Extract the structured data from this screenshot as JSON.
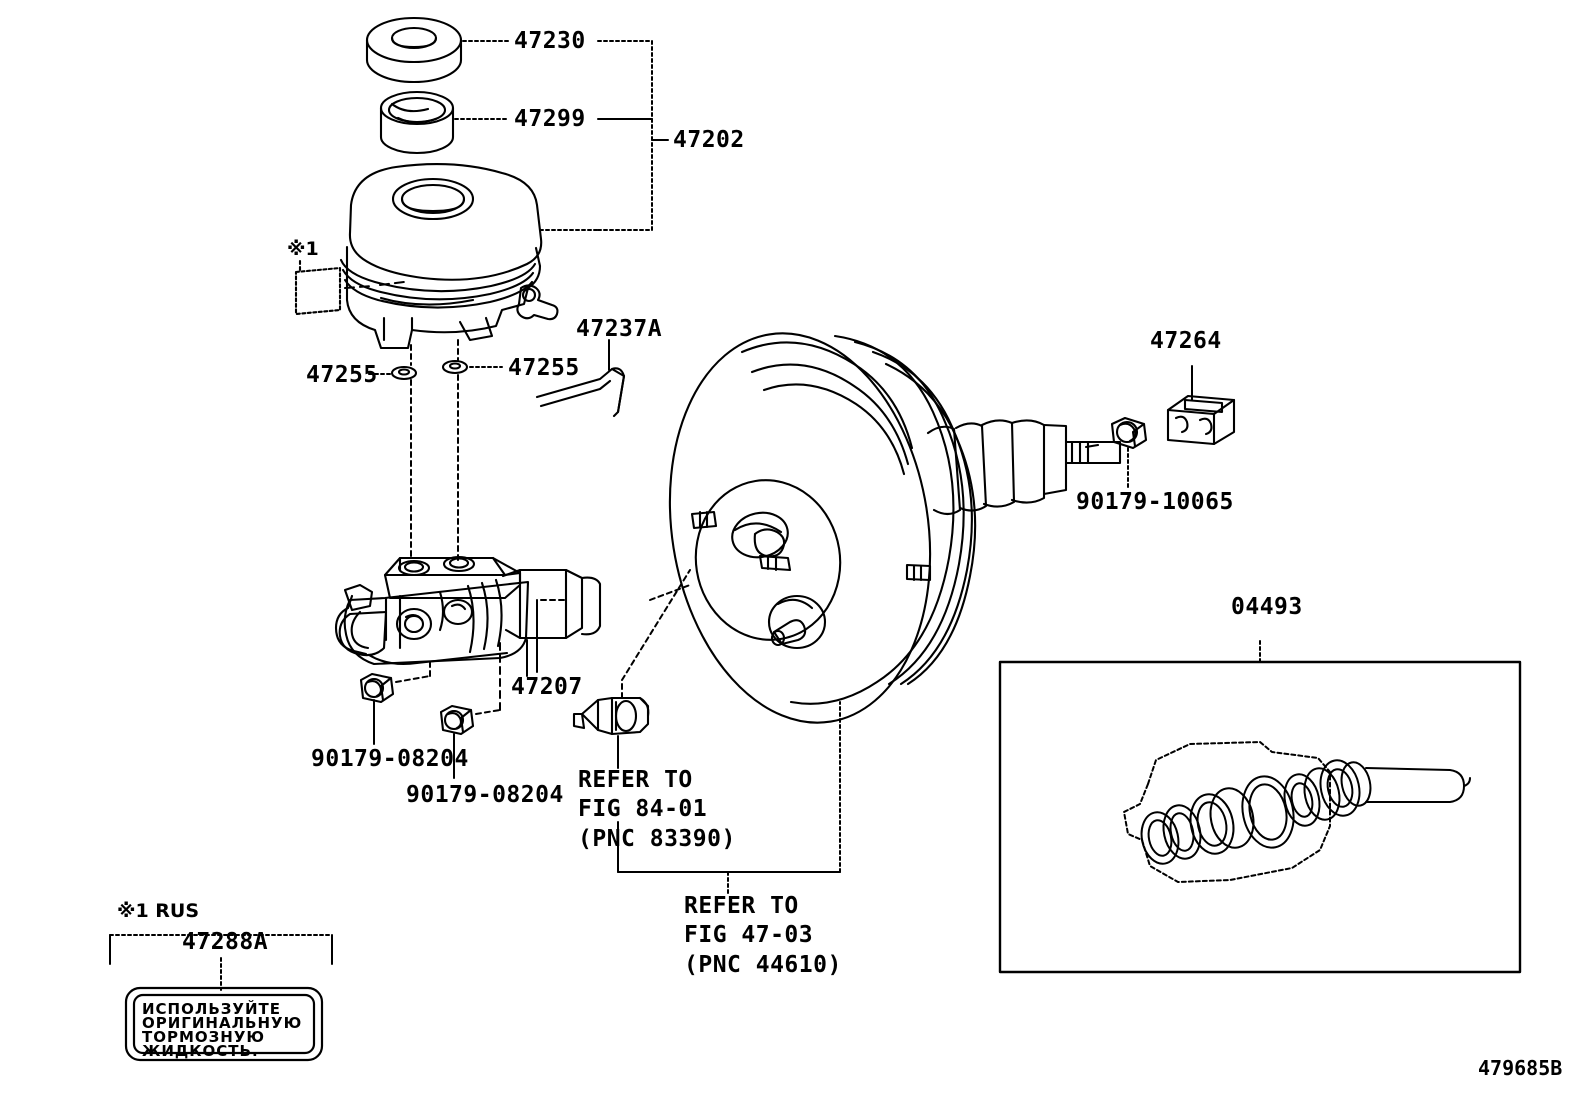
{
  "figure": {
    "code": "479685B",
    "title_group": "Brake Master Cylinder / Booster Assembly"
  },
  "callouts": {
    "reservoir_cap": "47230",
    "cap_gasket": "47299",
    "reservoir_assy": "47202",
    "grommet_left": "47255",
    "grommet_right": "47255",
    "clip": "47237A",
    "master_cylinder": "47207",
    "nut_left": "90179-08204",
    "nut_right": "90179-08204",
    "clevis": "47264",
    "nut_booster": "90179-10065",
    "repair_kit": "04493",
    "label_part": "47288A"
  },
  "marks": {
    "reservoir_mark": "※1",
    "rus_mark": "※1 RUS"
  },
  "references": {
    "ref_a": "REFER TO\nFIG 84-01\n(PNC 83390)",
    "ref_b": "REFER TO\nFIG 47-03\n(PNC 44610)"
  },
  "warning_label": {
    "line1": "ИСПОЛЬЗУЙТЕ",
    "line2": "ОРИГИНАЛЬНУЮ",
    "line3": "ТОРМОЗНУЮ",
    "line4": "ЖИДКОСТЬ."
  },
  "colors": {
    "line": "#000000",
    "background": "#ffffff"
  }
}
